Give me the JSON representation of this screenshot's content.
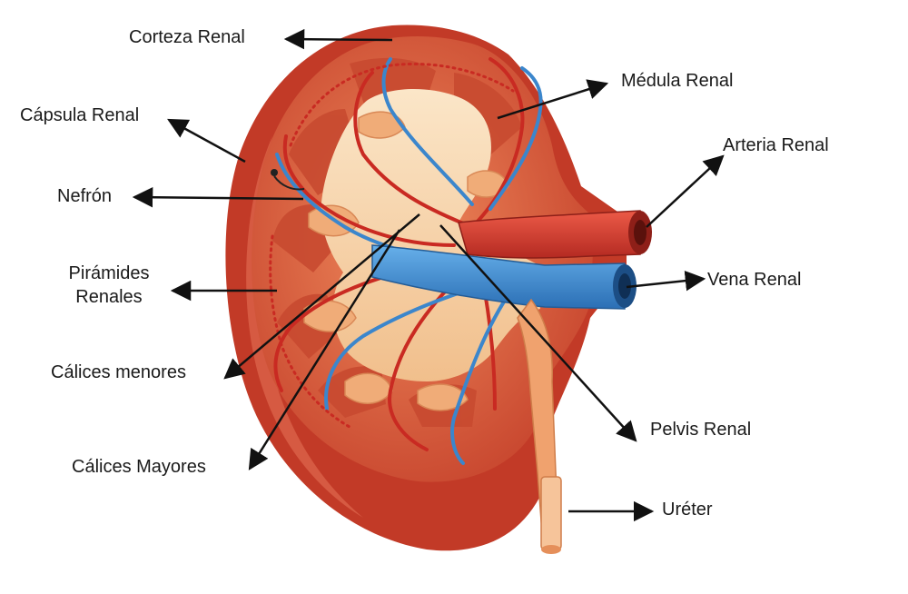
{
  "diagram": {
    "labels": {
      "corteza_renal": "Corteza Renal",
      "medula_renal": "Médula Renal",
      "capsula_renal": "Cápsula Renal",
      "arteria_renal": "Arteria Renal",
      "nefron": "Nefrón",
      "piramides_line1": "Pirámides",
      "piramides_line2": "Renales",
      "vena_renal": "Vena Renal",
      "calices_menores": "Cálices menores",
      "pelvis_renal": "Pelvis Renal",
      "calices_mayores": "Cálices Mayores",
      "ureter": "Uréter"
    }
  },
  "colors": {
    "capsule": "#c9412a",
    "cortex": "#e0603f",
    "medulla": "#d9553a",
    "pelvis": "#f6d3a8",
    "calyx": "#f0b17c",
    "artery": "#d63a2e",
    "vein": "#3d8fd4",
    "arrow": "#111111"
  }
}
